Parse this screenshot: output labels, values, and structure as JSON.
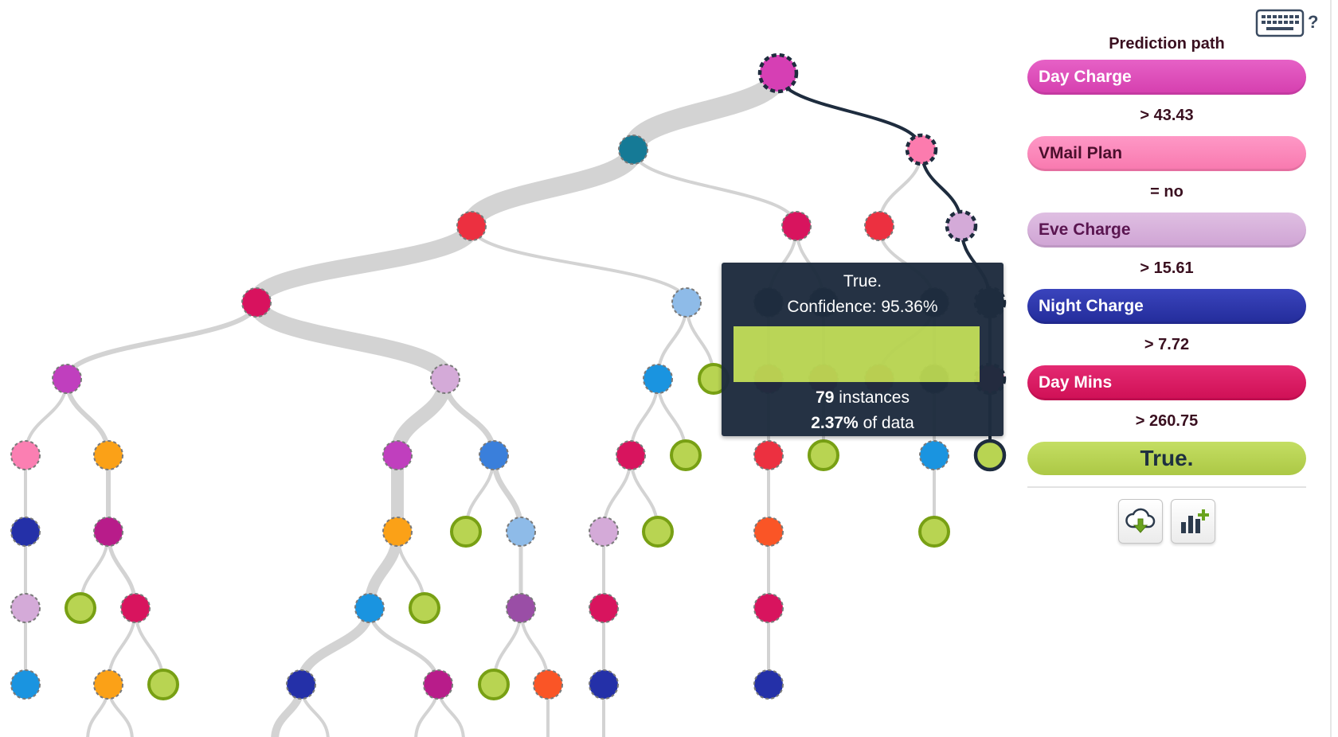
{
  "keyboard_shortcuts": {
    "icon": "keyboard-icon",
    "suffix": "?"
  },
  "prediction_path": {
    "title": "Prediction path",
    "steps": [
      {
        "field": "Day Charge",
        "color": "#df4ab8",
        "condition": "> 43.43"
      },
      {
        "field": "VMail Plan",
        "color": "#fb81b5",
        "condition": "= no"
      },
      {
        "field": "Eve Charge",
        "color": "#d4aad8",
        "condition": "> 15.61"
      },
      {
        "field": "Night Charge",
        "color": "#2a33a8",
        "condition": "> 7.72"
      },
      {
        "field": "Day Mins",
        "color": "#d8145e",
        "condition": "> 260.75"
      }
    ],
    "result": "True.",
    "result_color": "#b8d452",
    "actions": [
      {
        "label": "download",
        "icon": "cloud-download-icon"
      },
      {
        "label": "add-chart",
        "icon": "bar-chart-plus-icon"
      }
    ]
  },
  "tooltip": {
    "prediction": "True.",
    "confidence_label": "Confidence: 95.36%",
    "confidence": 0.9536,
    "instances_count": "79",
    "instances_text": " instances",
    "data_percent": "2.37%",
    "data_text": " of data",
    "bar_color": "#b8d452"
  },
  "tree": {
    "highlight_color": "#1e2c3e",
    "edge_color": "#d3d3d3",
    "leaf_color": "#b8d452"
  }
}
